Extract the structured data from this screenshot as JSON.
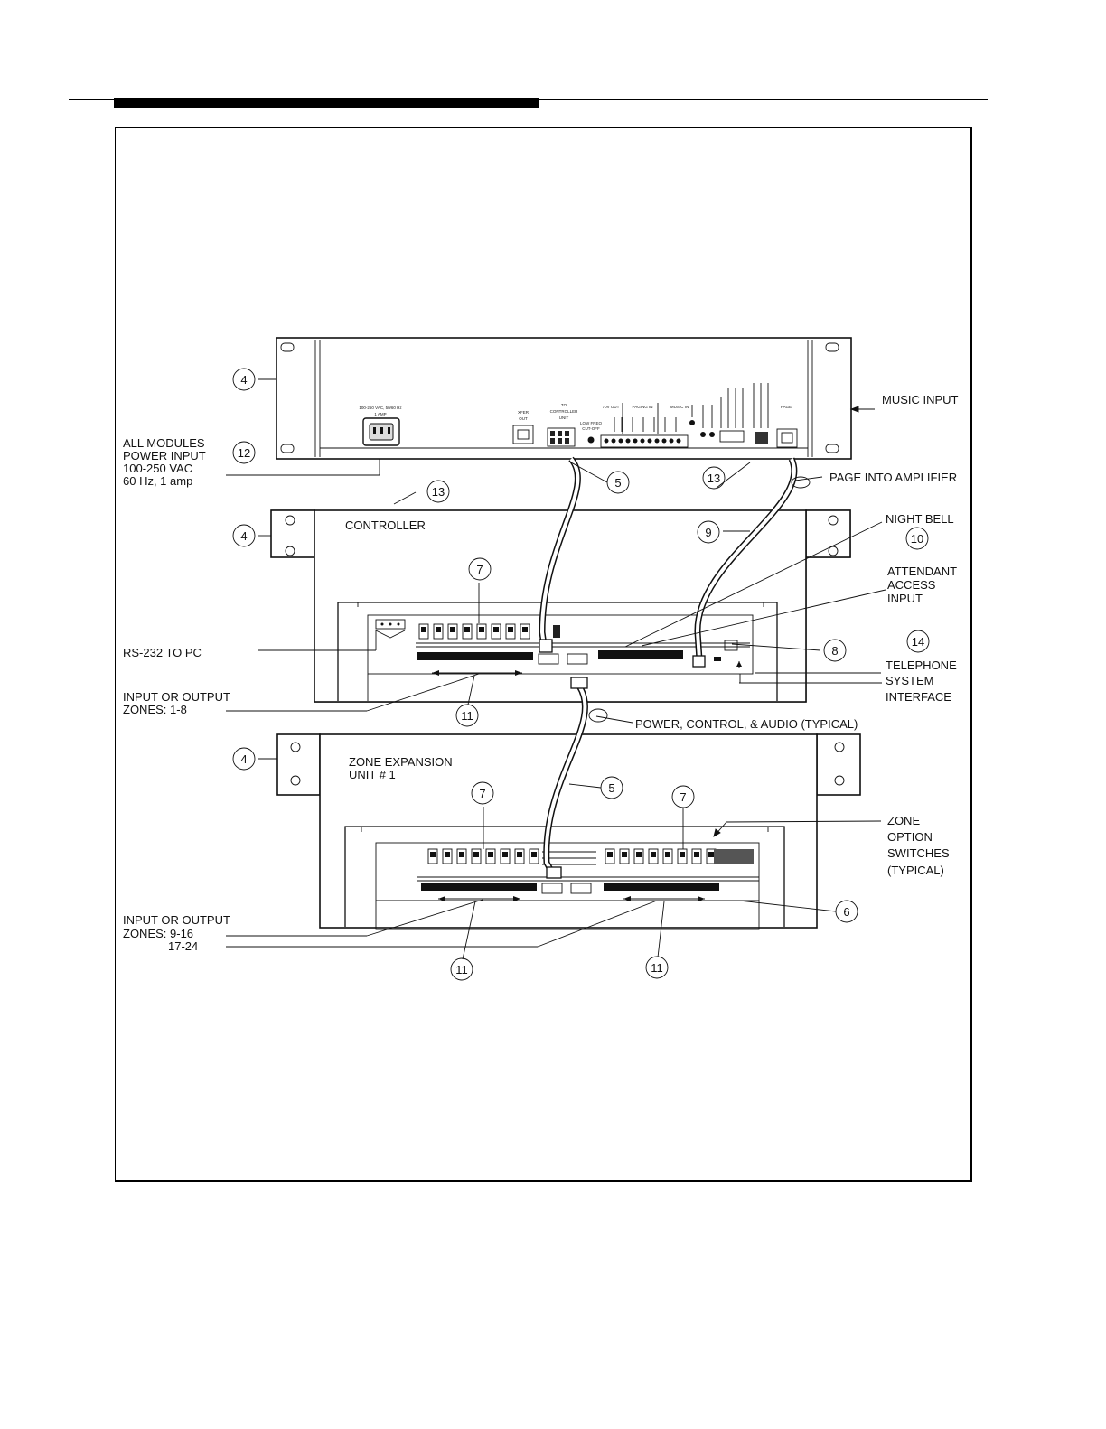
{
  "labels": {
    "music_input": "MUSIC INPUT",
    "all_modules_1": "ALL MODULES",
    "all_modules_2": "POWER INPUT",
    "all_modules_3": "100-250 VAC",
    "all_modules_4": "60 Hz, 1 amp",
    "page_into_amplifier": "PAGE INTO AMPLIFIER",
    "controller": "CONTROLLER",
    "night_bell": "NIGHT BELL",
    "attendant_1": "ATTENDANT",
    "attendant_2": "ACCESS",
    "attendant_3": "INPUT",
    "rs232": "RS-232 TO PC",
    "telephone_1": "TELEPHONE",
    "telephone_2": "SYSTEM",
    "telephone_3": "INTERFACE",
    "zones_1_8_a": "INPUT OR OUTPUT",
    "zones_1_8_b": "ZONES: 1-8",
    "power_control_audio": "POWER, CONTROL, & AUDIO (TYPICAL)",
    "zone_expansion_1": "ZONE EXPANSION",
    "zone_expansion_2": "UNIT # 1",
    "zone_option_1": "ZONE",
    "zone_option_2": "OPTION",
    "zone_option_3": "SWITCHES",
    "zone_option_4": "(TYPICAL)",
    "zones_9_24_a": "INPUT OR OUTPUT",
    "zones_9_24_b": "ZONES: 9-16",
    "zones_9_24_c": "17-24"
  },
  "amp_panel": {
    "power_label": "100-250 VAC, 50/60 Hz",
    "power_amp": "1 AMP",
    "xfer_out": "XFER",
    "xfer_out_b": "OUT",
    "to_controller": "TO",
    "to_controller_b": "CONTROLLER",
    "to_controller_c": "UNIT",
    "low_freq": "LOW FREQ",
    "low_freq_b": "CUT-OFF",
    "v70_out": "70V OUT",
    "paging_in": "PAGING IN",
    "music_in": "MUSIC IN",
    "page_label": "PAGE"
  },
  "callouts": {
    "c4": "4",
    "c5": "5",
    "c6": "6",
    "c7": "7",
    "c8": "8",
    "c9": "9",
    "c10": "10",
    "c11": "11",
    "c12": "12",
    "c13": "13",
    "c14": "14"
  }
}
